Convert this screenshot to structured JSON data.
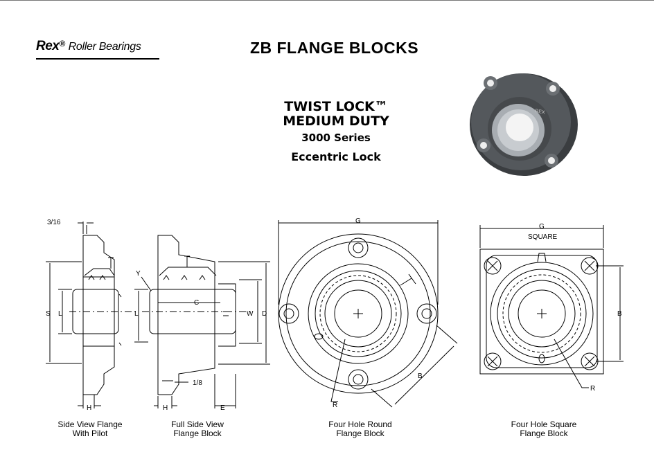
{
  "header": {
    "brand_name": "Rex",
    "brand_mark": "®",
    "brand_product": "Roller Bearings",
    "title": "ZB FLANGE BLOCKS"
  },
  "subtitle": {
    "line1": "TWIST LOCK™",
    "line2": "MEDIUM DUTY",
    "series": "3000 Series",
    "lock_type": "Eccentric Lock"
  },
  "photo": {
    "casting_text": "REX"
  },
  "dimension_labels": {
    "fraction_3_16": "3/16",
    "fraction_1_8": "1/8",
    "S": "S",
    "L": "L",
    "L2": "L",
    "H": "H",
    "H2": "H",
    "Y": "Y",
    "C": "C",
    "W": "W",
    "D": "D",
    "E": "E",
    "G": "G",
    "G2": "G",
    "square": "SQUARE",
    "B": "B",
    "B2": "B",
    "R": "R",
    "R2": "R"
  },
  "captions": {
    "side_view_line1": "Side View Flange",
    "side_view_line2": "With Pilot",
    "full_side_line1": "Full Side View",
    "full_side_line2": "Flange Block",
    "round_line1": "Four Hole Round",
    "round_line2": "Flange Block",
    "square_line1": "Four Hole Square",
    "square_line2": "Flange Block"
  },
  "colors": {
    "casting": "#4a4e52",
    "casting_light": "#777b80",
    "bearing_ring": "#9aa0a6",
    "bore": "#ffffff"
  }
}
